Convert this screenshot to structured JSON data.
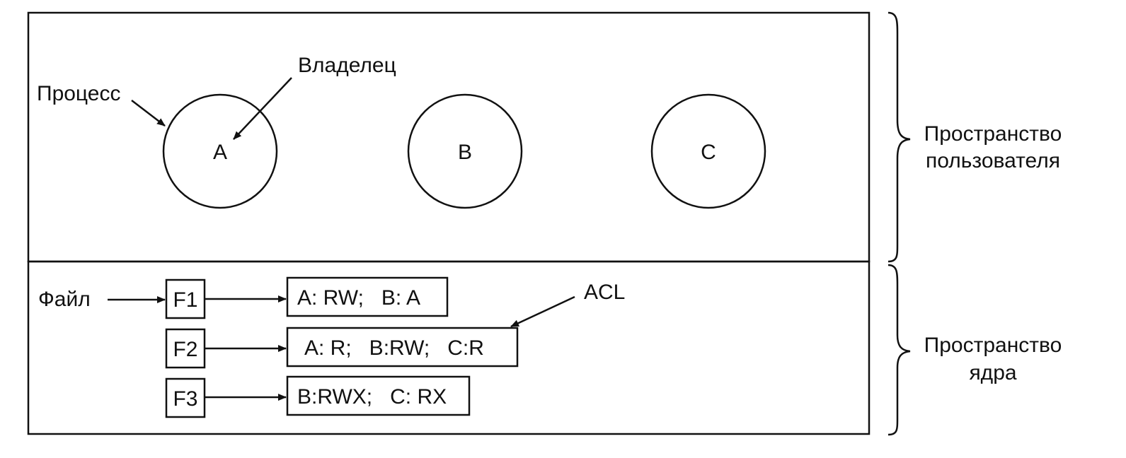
{
  "colors": {
    "stroke": "#111111",
    "background": "#ffffff"
  },
  "labels": {
    "process": "Процесс",
    "owner": "Владелец",
    "file": "Файл",
    "acl": "ACL"
  },
  "processes": [
    {
      "id": "A",
      "label": "A"
    },
    {
      "id": "B",
      "label": "B"
    },
    {
      "id": "C",
      "label": "C"
    }
  ],
  "files": [
    {
      "id": "F1",
      "label": "F1",
      "acl": "A: RW;   B: A"
    },
    {
      "id": "F2",
      "label": "F2",
      "acl": "A: R;   B:RW;   C:R"
    },
    {
      "id": "F3",
      "label": "F3",
      "acl": "B:RWX;   C: RX"
    }
  ],
  "regions": {
    "user_space": [
      "Пространство",
      "пользователя"
    ],
    "kernel_space": [
      "Пространство",
      "ядра"
    ]
  }
}
